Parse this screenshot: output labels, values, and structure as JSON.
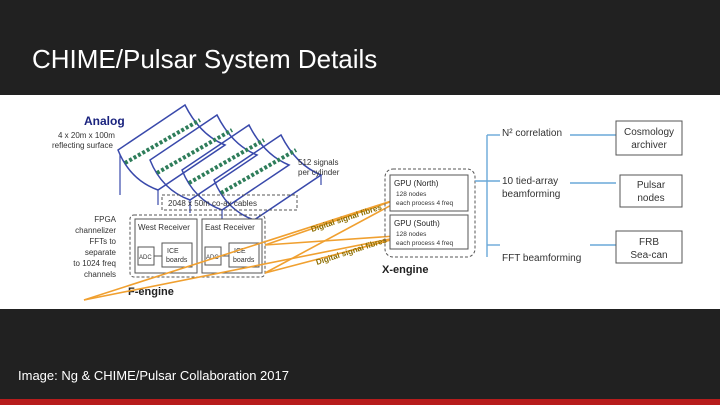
{
  "slide": {
    "title": "CHIME/Pulsar System Details",
    "caption": "Image: Ng & CHIME/Pulsar Collaboration 2017",
    "accent_color": "#b71c1c",
    "background_color": "#212121"
  },
  "diagram": {
    "analog_heading": "Analog",
    "analog_line1": "4 x 20m x 100m",
    "analog_line2": "reflecting surface",
    "signals_line1": "512 signals",
    "signals_line2": "per cylinder",
    "coax_label": "2048 x 50m co-ax cables",
    "fpga_lines": [
      "FPGA",
      "channelizer",
      "FFTs to",
      "separate",
      "to 1024 freq",
      "channels"
    ],
    "west_receiver": "West Receiver",
    "east_receiver": "East Receiver",
    "adc_label": "ADC",
    "ice_line1": "ICE",
    "ice_line2": "boards",
    "fengine_label": "F-engine",
    "digital_fibres_upper": "Digital signal fibres",
    "digital_fibres_lower": "Digital signal fibres",
    "gpu_north_title": "GPU (North)",
    "gpu_north_line1": "128 nodes",
    "gpu_north_line2": "each process 4 freq",
    "gpu_south_title": "GPU (South)",
    "gpu_south_line1": "128 nodes",
    "gpu_south_line2": "each process 4 freq",
    "xengine_label": "X-engine",
    "n2_correlation": "N² correlation",
    "tied_array_line1": "10 tied-array",
    "tied_array_line2": "beamforming",
    "fft_beamforming": "FFT beamforming",
    "cosmology_line1": "Cosmology",
    "cosmology_line2": "archiver",
    "pulsar_line1": "Pulsar",
    "pulsar_line2": "nodes",
    "frb_line1": "FRB",
    "frb_line2": "Sea-can",
    "orange_color": "#f0a030",
    "blue_color": "#6aa8d8",
    "feed_color": "#2e7d5a",
    "structure_color": "#3949ab"
  }
}
